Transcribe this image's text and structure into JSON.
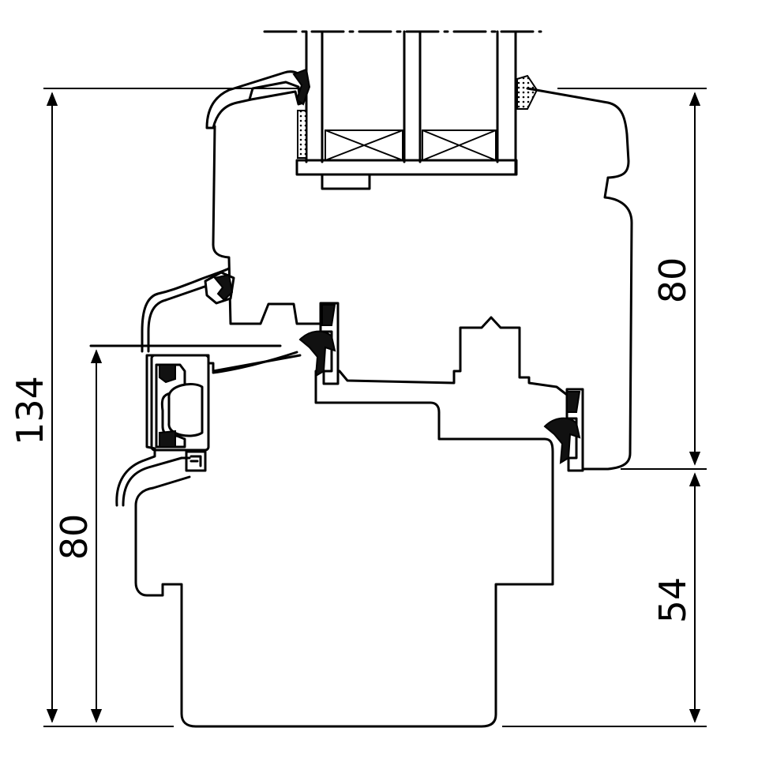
{
  "dimensions": {
    "total_height": "134",
    "sash_height": "80",
    "frame_height": "80",
    "lower_height": "54"
  }
}
